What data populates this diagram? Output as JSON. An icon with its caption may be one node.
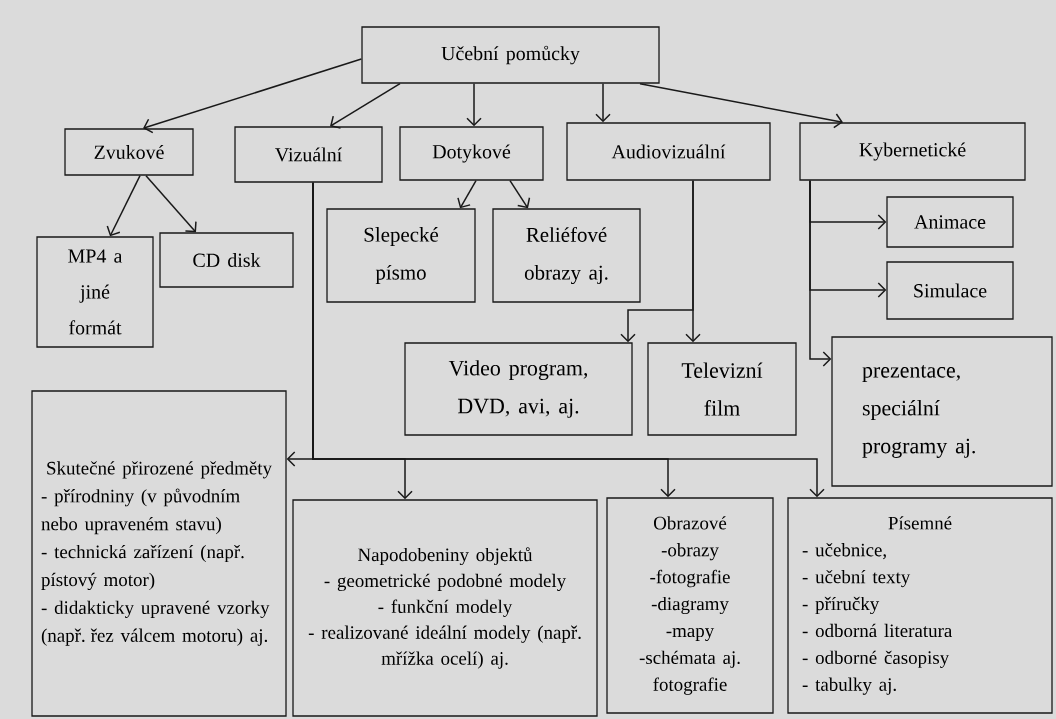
{
  "diagram": {
    "nodes": [
      {
        "text": [
          "Učební pomůcky"
        ]
      },
      {
        "text": [
          "Zvukové"
        ]
      },
      {
        "text": [
          "Vizuální"
        ]
      },
      {
        "text": [
          "Dotykové"
        ]
      },
      {
        "text": [
          "Audiovizuální"
        ]
      },
      {
        "text": [
          "Kybernetické"
        ]
      },
      {
        "text": [
          "MP4 a jiné formát"
        ]
      },
      {
        "text": [
          "CD disk"
        ]
      },
      {
        "text": [
          "Slepecké písmo"
        ]
      },
      {
        "text": [
          "Reliéfové obrazy aj."
        ]
      },
      {
        "text": [
          "Animace"
        ]
      },
      {
        "text": [
          "Simulace"
        ]
      },
      {
        "text": [
          "Video program, DVD, avi, aj."
        ]
      },
      {
        "text": [
          "Televizní film"
        ]
      },
      {
        "text": [
          "prezentace, speciální programy aj."
        ]
      },
      {
        "text": [
          "Skutečné přirozené předměty",
          "- přírodniny (v původním nebo upraveném stavu)",
          "- technická zařízení (např. pístový motor)",
          "- didakticky upravené vzorky (např. řez válcem motoru) aj."
        ]
      },
      {
        "text": [
          "Napodobeniny objektů",
          "- geometrické podobné modely",
          "- funkční modely",
          "- realizované ideální modely (např. mřížka ocelí) aj."
        ]
      },
      {
        "text": [
          "Obrazové",
          "-obrazy",
          "-fotografie",
          "-diagramy",
          "-mapy",
          "-schémata aj.",
          "fotografie"
        ]
      },
      {
        "text": [
          "Písemné",
          "- učebnice,",
          "- učební texty",
          "- příručky",
          "- odborná literatura",
          "- odborné časopisy",
          "- tabulky aj."
        ]
      }
    ],
    "edges": [
      {
        "from": 0,
        "to": 1,
        "arrow": "to"
      },
      {
        "from": 0,
        "to": 2,
        "arrow": "to"
      },
      {
        "from": 0,
        "to": 3,
        "arrow": "to"
      },
      {
        "from": 0,
        "to": 4,
        "arrow": "to"
      },
      {
        "from": 0,
        "to": 5,
        "arrow": "to"
      },
      {
        "from": 1,
        "to": 6,
        "arrow": "to"
      },
      {
        "from": 1,
        "to": 7,
        "arrow": "to"
      },
      {
        "from": 3,
        "to": 8,
        "arrow": "to"
      },
      {
        "from": 3,
        "to": 9,
        "arrow": "to"
      },
      {
        "from": 4,
        "to": 12,
        "arrow": "to"
      },
      {
        "from": 4,
        "to": 13,
        "arrow": "to"
      },
      {
        "from": 5,
        "to": 10,
        "arrow": "to"
      },
      {
        "from": 5,
        "to": 11,
        "arrow": "to"
      },
      {
        "from": 5,
        "to": 14,
        "arrow": "to"
      },
      {
        "from": 2,
        "to": 15,
        "arrow": "to"
      },
      {
        "from": 2,
        "to": 16,
        "arrow": "to"
      },
      {
        "from": 2,
        "to": 17,
        "arrow": "to"
      },
      {
        "from": 2,
        "to": 18,
        "arrow": "to"
      }
    ]
  }
}
